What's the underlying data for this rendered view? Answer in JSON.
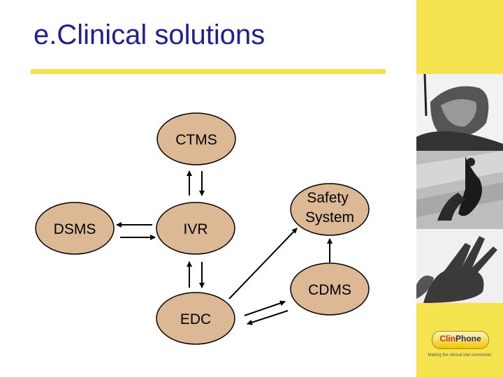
{
  "title": "e.Clinical solutions",
  "nodes": {
    "ctms": "CTMS",
    "dsms": "DSMS",
    "ivr": "IVR",
    "safety_line1": "Safety",
    "safety_line2": "System",
    "cdms": "CDMS",
    "edc": "EDC"
  },
  "brand": {
    "logo_part1": "Clin",
    "logo_part2": "Phone",
    "tagline": "Making the clinical trial connection"
  },
  "colors": {
    "title": "#1f1f8f",
    "accent_yellow": "#f5e34f",
    "node_fill": "#dcb894"
  }
}
